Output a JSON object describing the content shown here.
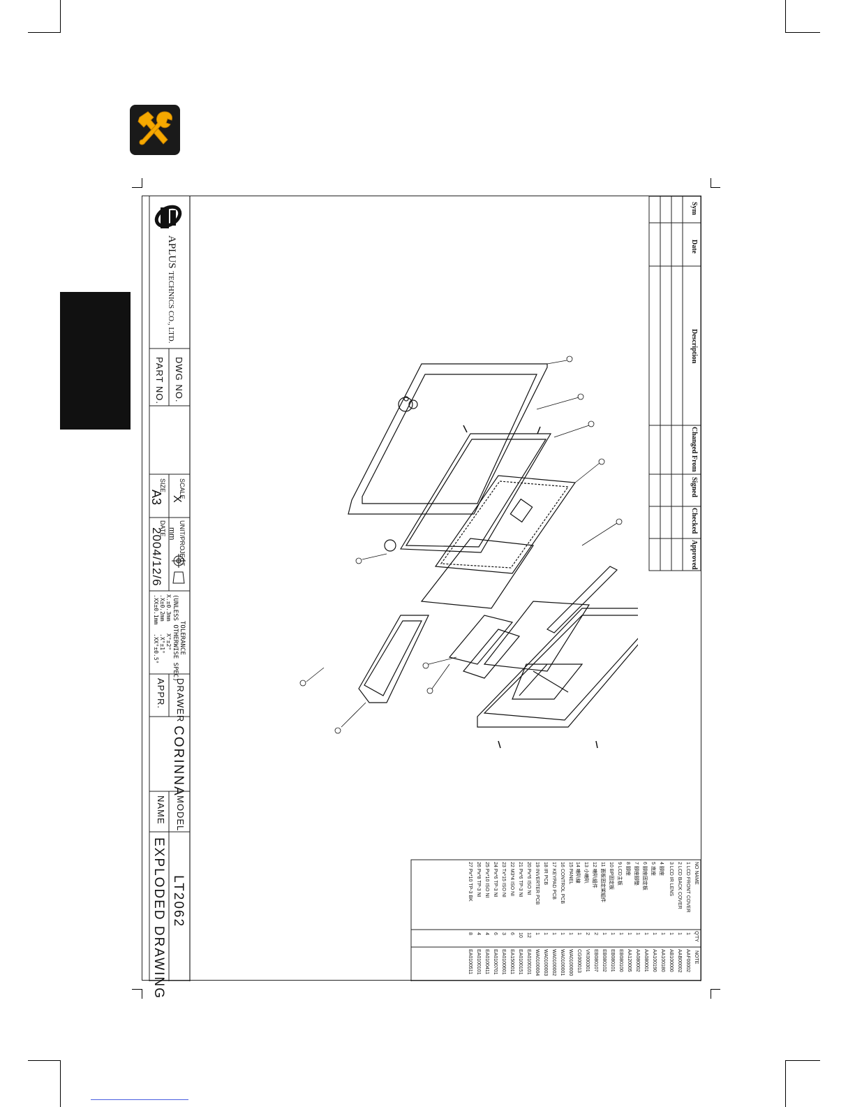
{
  "company": {
    "name": "APLUS",
    "suffix": "TECHNICS CO., LTD."
  },
  "title_block": {
    "dwg_no_label": "DWG NO.",
    "part_no_label": "PART NO.",
    "scale_label": "SCALE",
    "scale_value": "X",
    "size_label": "SIZE",
    "size_value": "A3",
    "unit_label": "UNIT/PROJECT",
    "unit_value": "mm",
    "date_label": "DATE",
    "date_value": "2004/12/6",
    "tolerance_title": "TOLERANCE",
    "tolerance_note": "(UNLESS OTHERWISE SPEC)",
    "tol_1": "X.±0.3mm",
    "tol_2": ".X±0.2mm",
    "tol_3": ".XX±0.1mm",
    "tol_4": "X°±2°",
    "tol_5": ".X°±1°",
    "tol_6": ".XX°±0.5°",
    "drawer_label": "DRAWER",
    "drawer_value": "CORINNA",
    "appr_label": "APPR.",
    "model_label": "MODEL",
    "model_value": "LT2062",
    "name_label": "NAME",
    "name_value": "EXPLODED DRAWING"
  },
  "revision_table": {
    "headers": [
      "Sym",
      "Date",
      "Description",
      "Changed From",
      "Signed",
      "Checked",
      "Approved"
    ]
  },
  "bom": {
    "headers": [
      "NO NAME",
      "Q'TY",
      "NOTE"
    ],
    "rows": [
      [
        "1 LCD FRONT COVER",
        "1",
        "AAF00002"
      ],
      [
        "2 LCD BACK COVER",
        "1",
        "AAB00002"
      ],
      [
        "3 LCD IR LENS",
        "1",
        "AB100000"
      ],
      [
        "4 腳座",
        "1",
        "AA100180"
      ],
      [
        "5 底座",
        "1",
        "AA100190"
      ],
      [
        "6 腳座固定板",
        "1",
        "AA080001"
      ],
      [
        "7 腳座腳墊",
        "1",
        "AA080002"
      ],
      [
        "8 腳座",
        "1",
        "AA120005"
      ],
      [
        "9 LCD主板",
        "1",
        "EB080100"
      ],
      [
        "10 BP固定板",
        "1",
        "EB080101"
      ],
      [
        "11 面板固定架組件",
        "1",
        "EB080102"
      ],
      [
        "12 喇叭組件",
        "2",
        "EB080107"
      ],
      [
        "13 小喇叭",
        "2",
        "VK000301"
      ],
      [
        "14 喇叭線",
        "1",
        "CG000013"
      ],
      [
        "15 PANEL",
        "1",
        "WA0100000"
      ],
      [
        "16 CONTROL PCB",
        "1",
        "WA0100001"
      ],
      [
        "17 KEYPAD PCB",
        "1",
        "WA0100002"
      ],
      [
        "18 IR PCB",
        "1",
        "WA0100003"
      ],
      [
        "19 INVERTER PCB",
        "1",
        "WA0100004"
      ],
      [
        "20 Px*6 ISO NI",
        "12",
        "EA0100101"
      ],
      [
        "21 Px*6 TP-3 NI",
        "10",
        "EA0100151"
      ],
      [
        "22 M3*4 ISO NI",
        "6",
        "EA1500011"
      ],
      [
        "23 Tx*15 ISO NI",
        "3",
        "EA0100601"
      ],
      [
        "24 Px*6 TP-3 NI",
        "6",
        "EA0100701"
      ],
      [
        "25 Px*10 ISO NI",
        "4",
        "EA0100411"
      ],
      [
        "26 Px*8 TP-3 NI",
        "4",
        "EA0100101"
      ],
      [
        "27 Px*10 TP-3 BK",
        "8",
        "EA0100511"
      ]
    ]
  }
}
